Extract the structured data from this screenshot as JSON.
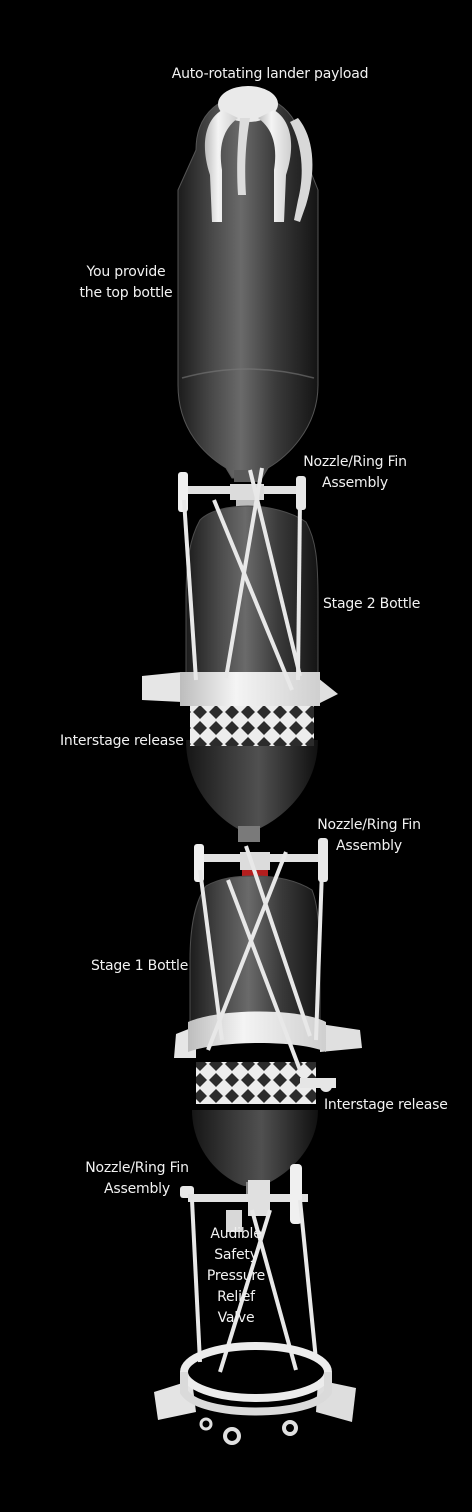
{
  "labels": {
    "payload": "Auto-rotating lander payload",
    "top_bottle": "You provide\nthe top bottle",
    "nozzle_1": "Nozzle/Ring Fin\nAssembly",
    "stage2": "Stage 2 Bottle",
    "interstage_1": "Interstage release",
    "nozzle_2": "Nozzle/Ring Fin\nAssembly",
    "stage1": "Stage 1 Bottle",
    "interstage_2": "Interstage release",
    "nozzle_3": "Nozzle/Ring Fin\nAssembly",
    "valve": "Audible\nSafety\nPressure\nRelief\nValve"
  },
  "colors": {
    "background": "#000000",
    "bottle": "#3a3a3a",
    "plastic": "#e6e6e6",
    "accent": "#b41e1e"
  }
}
